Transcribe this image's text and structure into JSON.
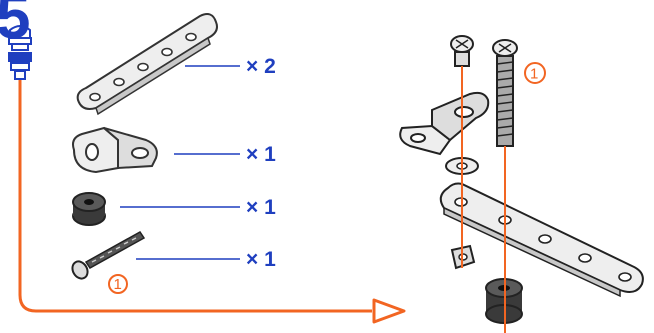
{
  "step_number": "5",
  "parts": [
    {
      "name": "Flat strip",
      "quantity": "× 2"
    },
    {
      "name": "Angle bracket",
      "quantity": "× 1"
    },
    {
      "name": "Spacer",
      "quantity": "× 1"
    },
    {
      "name": "Long bolt",
      "quantity": "× 1",
      "callout": "1"
    }
  ],
  "assembly_callout": "1",
  "colors": {
    "blue": "#1f3fbf",
    "orange": "#f26522",
    "metal_light": "#eeeeee",
    "metal_dark": "#333333",
    "spacer": "#3a3a3a"
  },
  "icons": [
    "step-number",
    "tool-icon",
    "arrow-right-icon"
  ]
}
